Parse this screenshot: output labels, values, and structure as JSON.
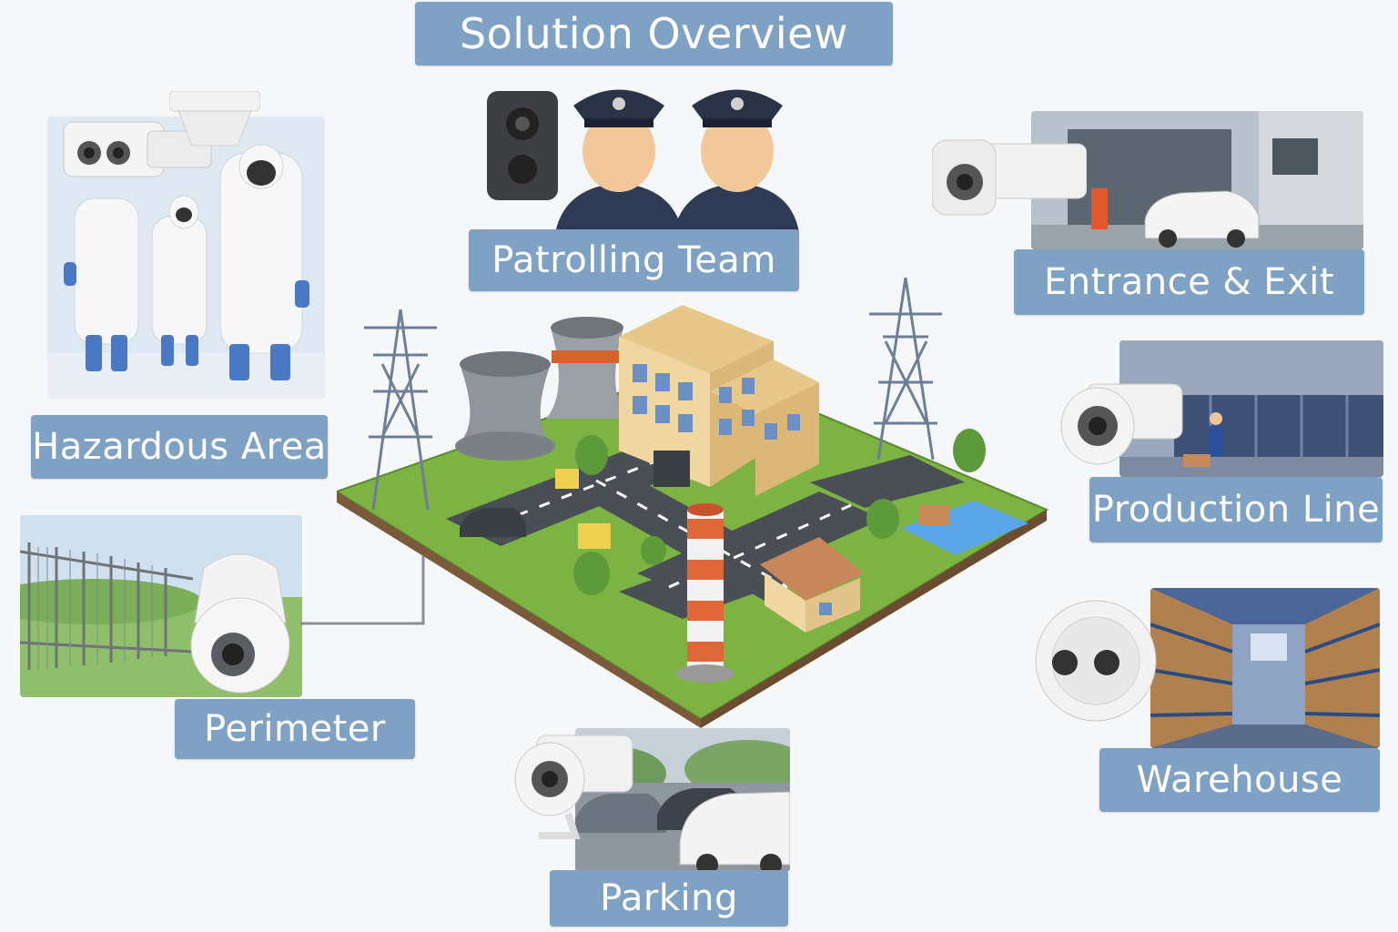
{
  "title": "Solution Overview",
  "labels": {
    "patrolling": "Patrolling Team",
    "hazardous": "Hazardous Area",
    "entrance": "Entrance & Exit",
    "production": "Production Line",
    "perimeter": "Perimeter",
    "warehouse": "Warehouse",
    "parking": "Parking"
  },
  "colors": {
    "label_bg": "#7fa2c4",
    "label_text": "#ffffff",
    "grass": "#7cb342",
    "road": "#4a4f55",
    "building": "#f0d6a0"
  },
  "icons": [
    "bullet-camera-icon",
    "dome-camera-icon",
    "ptz-camera-icon",
    "thermal-camera-icon",
    "body-camera-icon",
    "power-tower-icon",
    "cooling-tower-icon",
    "chimney-icon"
  ]
}
